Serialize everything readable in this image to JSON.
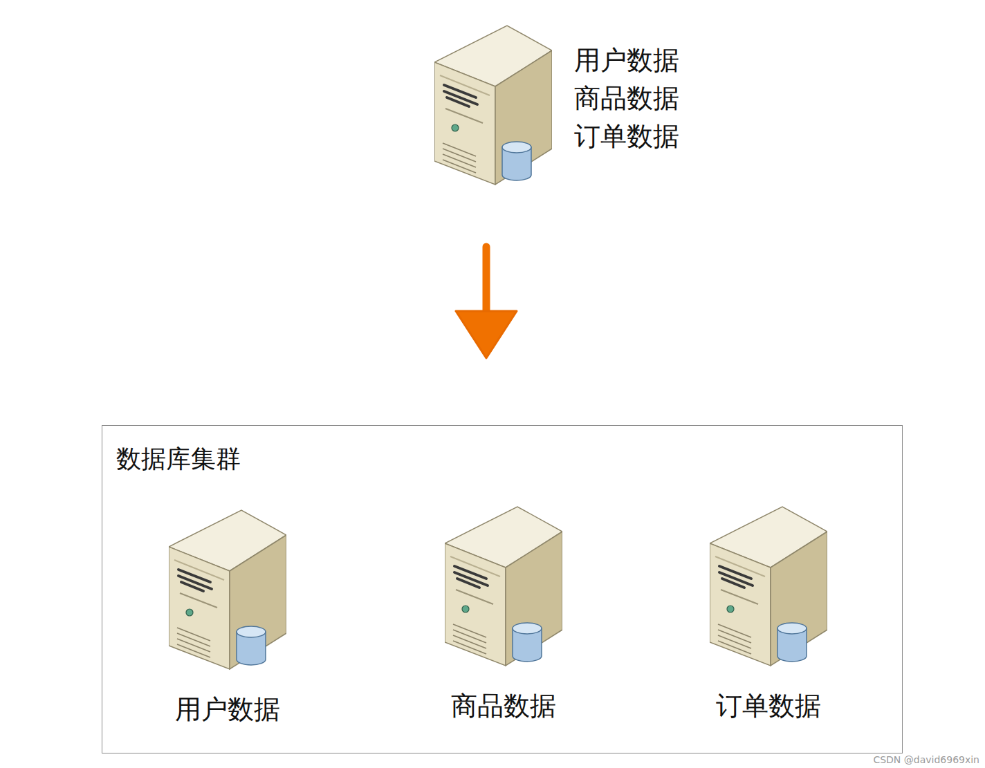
{
  "diagram": {
    "nodes": [
      {
        "text": [
          "用户数据",
          "商品数据",
          "订单数据"
        ]
      },
      {
        "text": [
          "数据库集群"
        ]
      },
      {
        "text": [
          "用户数据"
        ],
        "in": 1
      },
      {
        "text": [
          "商品数据"
        ],
        "in": 1
      },
      {
        "text": [
          "订单数据"
        ],
        "in": 1
      }
    ],
    "edges": [
      {
        "from": 0,
        "to": 1,
        "arrow": "to"
      }
    ],
    "labels": [
      "CSDN @david6969xin"
    ]
  }
}
